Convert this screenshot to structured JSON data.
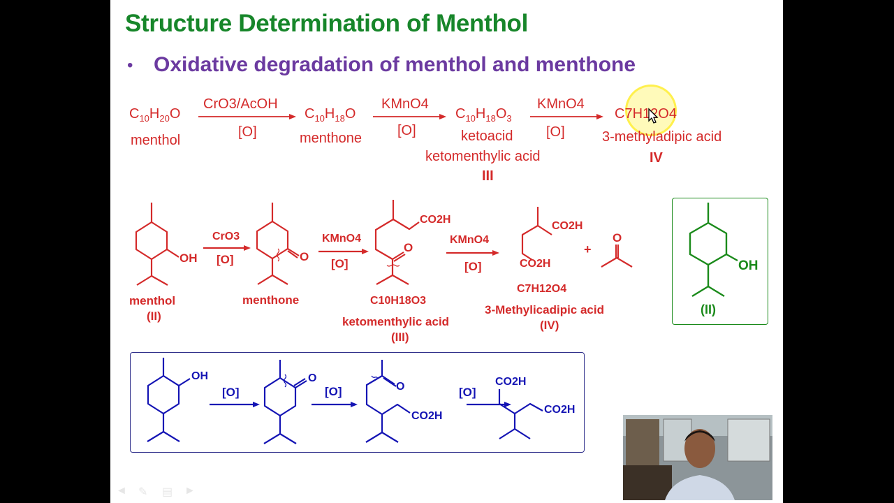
{
  "slide": {
    "title": "Structure Determination of Menthol",
    "bullet": "Oxidative degradation of menthol and menthone"
  },
  "scheme1": {
    "c1": {
      "el": "C",
      "s1": "10",
      "h": "H",
      "s2": "20",
      "o": "O",
      "name": "menthol"
    },
    "arrow1": {
      "top": "CrO3/AcOH",
      "bottom": "[O]"
    },
    "c2": {
      "el": "C",
      "s1": "10",
      "h": "H",
      "s2": "18",
      "o": "O",
      "name": "menthone"
    },
    "arrow2": {
      "top": "KMnO4",
      "bottom": "[O]"
    },
    "c3": {
      "el": "C",
      "s1": "10",
      "h": "H",
      "s2": "18",
      "o": "O",
      "s3": "3",
      "name": "ketoacid",
      "name2": "ketomenthylic acid",
      "label": "III"
    },
    "arrow3": {
      "top": "KMnO4",
      "bottom": "[O]"
    },
    "c4": {
      "text": "C7H12O4",
      "name": "3-methyladipic acid",
      "label": "IV"
    }
  },
  "scheme2": {
    "menthol_label": "menthol",
    "menthol_num": "(II)",
    "oh": "OH",
    "arrow1_top": "CrO3",
    "arrow1_bottom": "[O]",
    "o": "O",
    "menthone_label": "menthone",
    "arrow2_top": "KMnO4",
    "arrow2_bottom": "[O]",
    "co2h": "CO2H",
    "keto_formula": "C10H18O3",
    "keto_label": "ketomenthylic acid",
    "keto_num": "(III)",
    "arrow3_top": "KMnO4",
    "arrow3_bottom": "[O]",
    "adipic_formula": "C7H12O4",
    "adipic_label": "3-Methylicadipic acid",
    "adipic_num": "(IV)",
    "plus": "+"
  },
  "green_box": {
    "oh": "OH",
    "label": "(II)"
  },
  "blue_box": {
    "oh": "OH",
    "o": "O",
    "arrow": "[O]",
    "co2h": "CO2H"
  },
  "colors": {
    "title": "#17862a",
    "bullet": "#6b3aa0",
    "red": "#d42a2a",
    "green": "#1a8a1a",
    "blue": "#1414b4",
    "highlight": "#fff23a"
  }
}
